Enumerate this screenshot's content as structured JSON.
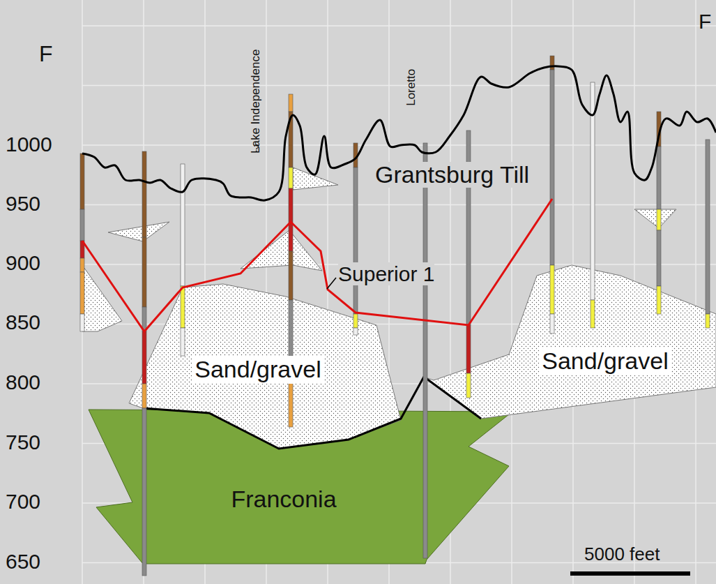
{
  "diagram": {
    "nodes": [
      {
        "text": [
          "Sand/gravel"
        ]
      },
      {
        "text": [
          "Sand/gravel"
        ]
      },
      {
        "text": [
          "Franconia"
        ]
      }
    ],
    "labels": [
      "F",
      "F",
      "1000",
      "950",
      "900",
      "850",
      "800",
      "750",
      "700",
      "650",
      "Lake Independence",
      "?",
      "Loretto",
      "Grantsburg Till",
      "Superior 1",
      "5000 feet"
    ]
  }
}
